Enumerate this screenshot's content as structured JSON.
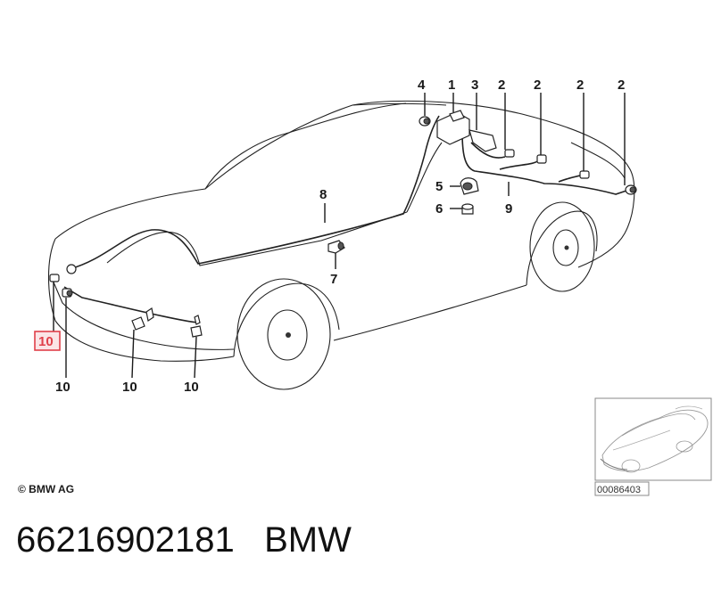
{
  "diagram": {
    "callouts": {
      "c1": "1",
      "c2a": "2",
      "c2b": "2",
      "c2c": "2",
      "c2d": "2",
      "c3": "3",
      "c4": "4",
      "c5": "5",
      "c6": "6",
      "c7": "7",
      "c8": "8",
      "c9": "9",
      "c10_highlight": "10",
      "c10a": "10",
      "c10b": "10",
      "c10c": "10"
    },
    "highlight_color": "#e0404a",
    "highlight_fill": "#fbe4e6",
    "copyright": "© BMW AG",
    "thumbnail_code": "00086403"
  },
  "footer": {
    "part_number": "66216902181",
    "brand": "BMW"
  }
}
